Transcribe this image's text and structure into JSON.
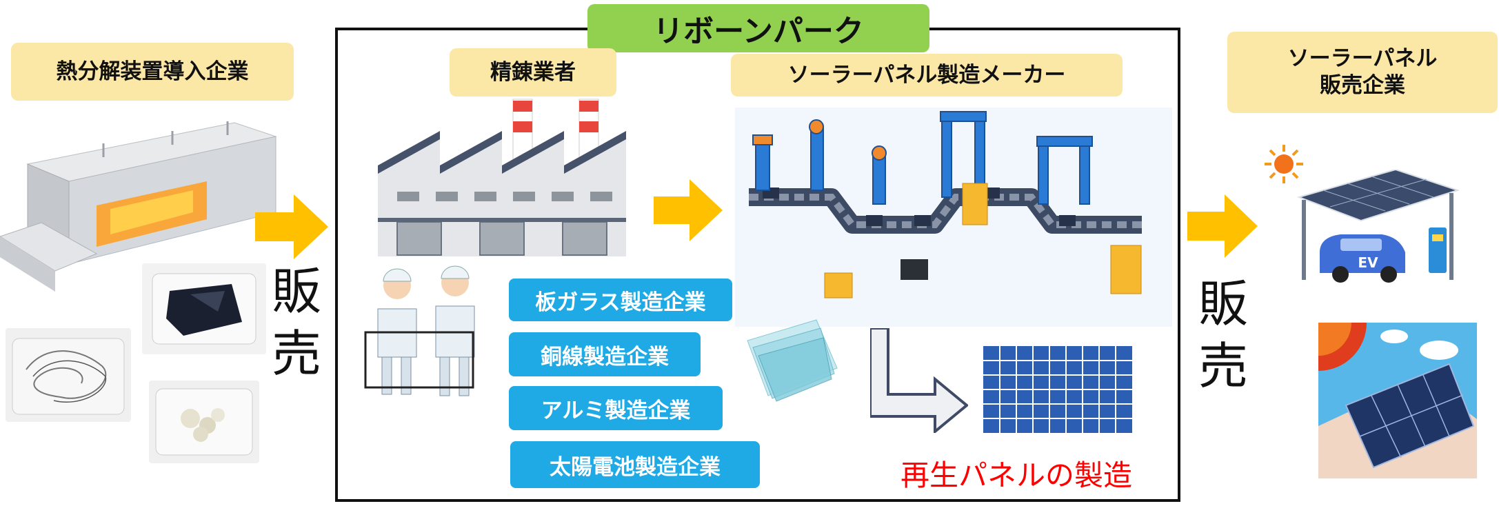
{
  "title": "リボーンパーク",
  "labels": {
    "pyrolysis": "熱分解装置導入企業",
    "refiner": "精錬業者",
    "maker": "ソーラーパネル製造メーカー",
    "seller_line1": "ソーラーパネル",
    "seller_line2": "販売企業"
  },
  "sell_text": {
    "left_1": "販",
    "left_2": "売",
    "right_1": "販",
    "right_2": "売"
  },
  "companies": [
    "板ガラス製造企業",
    "銅線製造企業",
    "アルミ製造企業",
    "太陽電池製造企業"
  ],
  "ev_label": "EV",
  "recycled_text": "再生パネルの製造",
  "colors": {
    "title_bg": "#92d050",
    "label_bg": "#fbe7a6",
    "company_bg": "#1faae6",
    "arrow": "#ffc000",
    "recycled_text": "#ff0000"
  }
}
